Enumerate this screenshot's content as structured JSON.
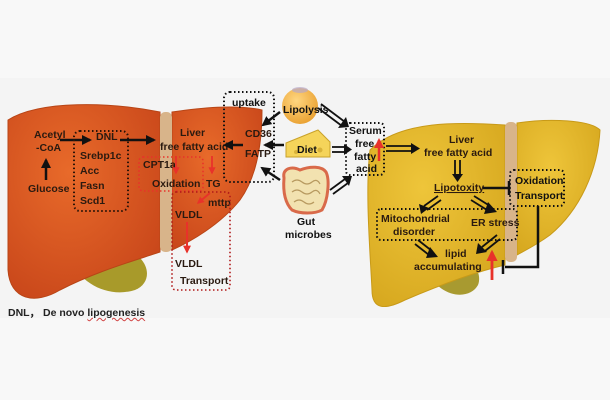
{
  "left_liver": {
    "acetyl_coa_1": "Acetyl",
    "acetyl_coa_2": "-CoA",
    "glucose": "Glucose",
    "dnl_box": {
      "title": "DNL",
      "genes": [
        "Srebp1c",
        "Acc",
        "Fasn",
        "Scd1"
      ]
    },
    "liver_ffa_1": "Liver",
    "liver_ffa_2": "free fatty acid",
    "cpt1a": "CPT1a",
    "oxidation": "Oxidation",
    "tg": "TG",
    "mttp": "mttp",
    "vldl_1": "VLDL",
    "vldl_2": "VLDL",
    "transport": "Transport",
    "uptake_box": {
      "title": "uptake",
      "items": [
        "CD36",
        "FATP"
      ]
    }
  },
  "sources": {
    "lipolysis": "Lipolysis",
    "diet": "Diet",
    "gut_1": "Gut",
    "gut_2": "microbes"
  },
  "serum_box": {
    "lines": [
      "Serum",
      "free",
      "fatty",
      "acid"
    ]
  },
  "right_liver": {
    "liver_ffa_1": "Liver",
    "liver_ffa_2": "free fatty acid",
    "lipotoxicity": "Lipotoxity",
    "oxidation": "Oxidation",
    "transport": "Transport",
    "mito_1": "Mitochondrial",
    "mito_2": "disorder",
    "er_stress": "ER stress",
    "lipid_1": "lipid",
    "lipid_2": "accumulating"
  },
  "caption": {
    "abbr": "DNL，",
    "full_a": "De novo ",
    "full_b": "lipogenesis"
  },
  "colors": {
    "left_liver": "#d9561e",
    "right_liver": "#e2b62a",
    "arrow_red": "#e8322a",
    "arrow_black": "#111111"
  }
}
